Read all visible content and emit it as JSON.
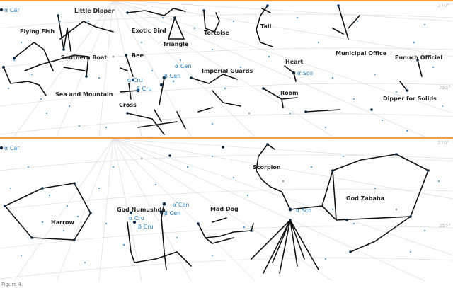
{
  "top_panel": {
    "edge_labels": [
      "270°",
      "255°"
    ],
    "constellations": [
      {
        "id": "little-dipper",
        "label": "Little Dipper"
      },
      {
        "id": "flying-fish",
        "label": "Flying Fish"
      },
      {
        "id": "exotic-bird",
        "label": "Exotic Bird"
      },
      {
        "id": "triangle",
        "label": "Triangle"
      },
      {
        "id": "tortoise",
        "label": "Tortoise"
      },
      {
        "id": "tail",
        "label": "Tail"
      },
      {
        "id": "southern-boat",
        "label": "Southern Boat"
      },
      {
        "id": "bee",
        "label": "Bee"
      },
      {
        "id": "municipal-office",
        "label": "Municipal Office"
      },
      {
        "id": "eunuch-official",
        "label": "Eunuch Official"
      },
      {
        "id": "heart",
        "label": "Heart"
      },
      {
        "id": "imperial-guards",
        "label": "Imperial Guards"
      },
      {
        "id": "sea-and-mountain",
        "label": "Sea and Mountain"
      },
      {
        "id": "room",
        "label": "Room"
      },
      {
        "id": "dipper-for-solids",
        "label": "Dipper for Solids"
      },
      {
        "id": "cross",
        "label": "Cross"
      }
    ],
    "stars": [
      "α Car",
      "α Cen",
      "β Cen",
      "α Cru",
      "β Cru",
      "α Sco"
    ]
  },
  "bottom_panel": {
    "edge_labels": [
      "270°",
      "255°"
    ],
    "constellations": [
      {
        "id": "scorpion",
        "label": "Scorpion"
      },
      {
        "id": "god-zababa",
        "label": "God Zababa"
      },
      {
        "id": "harrow",
        "label": "Harrow"
      },
      {
        "id": "god-numushda",
        "label": "God Numushda"
      },
      {
        "id": "mad-dog",
        "label": "Mad Dog"
      }
    ],
    "stars": [
      "α Car",
      "α Cen",
      "β Cen",
      "α Cru",
      "β Cru",
      "α Sco"
    ]
  },
  "footer_text": "Figure 4."
}
